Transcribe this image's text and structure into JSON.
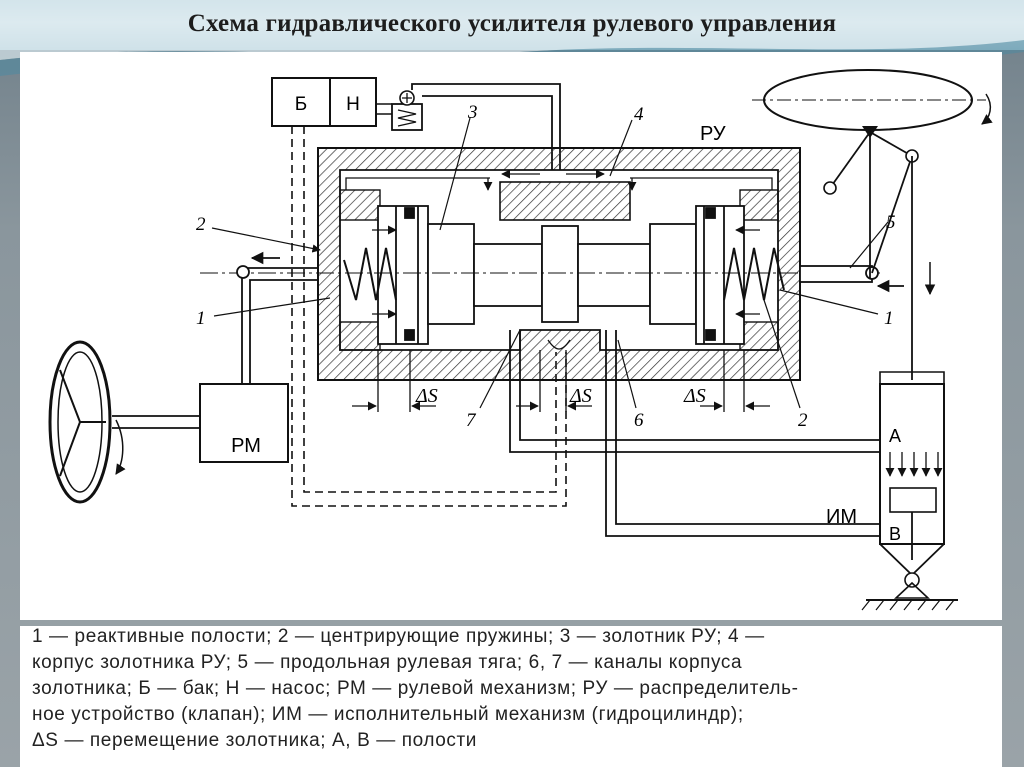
{
  "title": "Схема гидравлического усилителя рулевого управления",
  "diagram": {
    "labels": {
      "tank": "Б",
      "pump": "Н",
      "distributor": "РУ",
      "steering_mechanism": "РМ",
      "actuator": "ИМ",
      "cavity_a": "А",
      "cavity_b": "В",
      "delta_s": "ΔS",
      "n1": "1",
      "n2": "2",
      "n3": "3",
      "n4": "4",
      "n5": "5",
      "n6": "6",
      "n7": "7"
    }
  },
  "caption": {
    "lines": [
      "1 — реактивные полости; 2 — центрирующие пружины; 3 — золотник РУ; 4 —",
      "корпус золотника РУ; 5 — продольная рулевая тяга; 6, 7 — каналы корпуса",
      "золотника; Б — бак; Н — насос; РМ — рулевой механизм; РУ — распределитель-",
      "ное устройство (клапан); ИМ — исполнительный механизм (гидроцилиндр);",
      "ΔS — перемещение золотника; А, В — полости"
    ]
  }
}
